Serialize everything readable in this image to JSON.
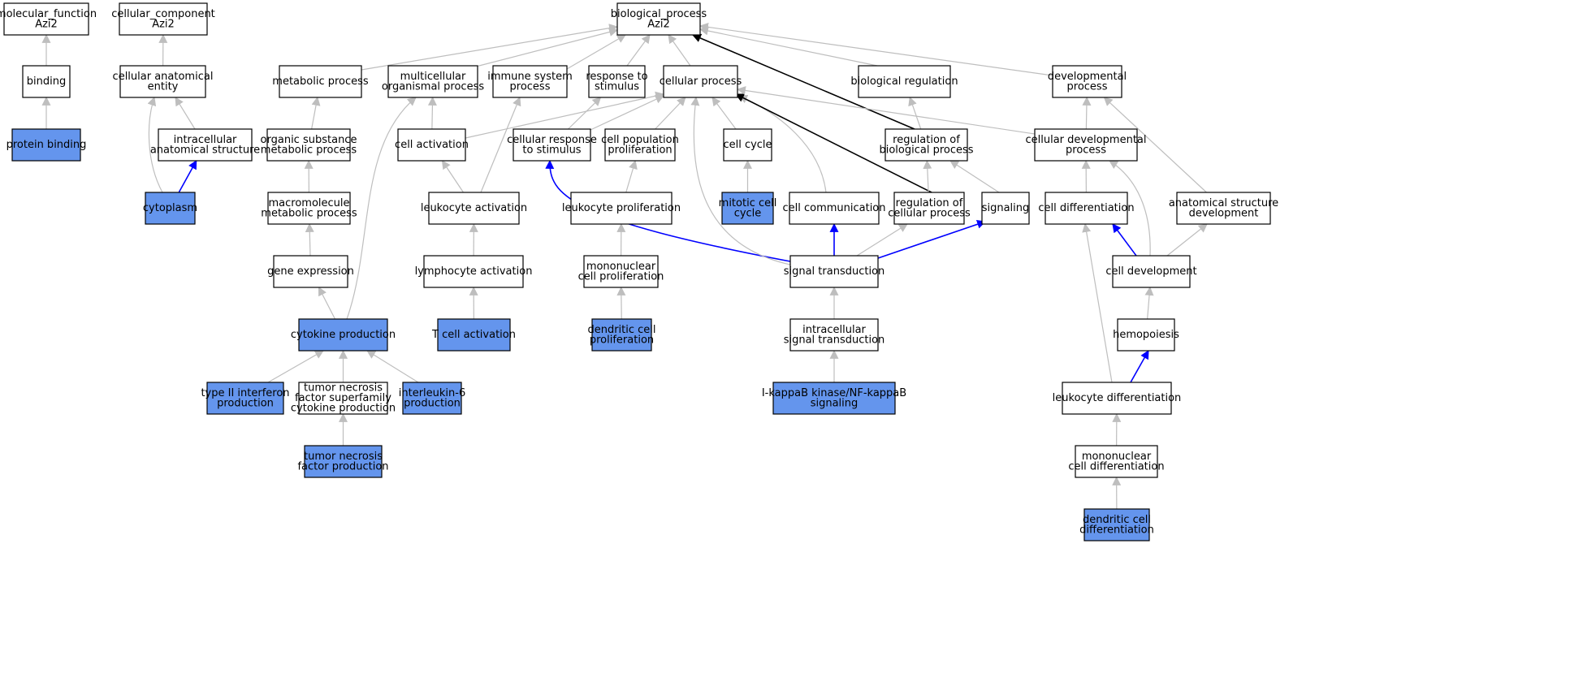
{
  "colors": {
    "highlight_fill": "#6495ED",
    "node_fill": "#FFFFFF",
    "node_stroke": "#000000",
    "edge_gray": "#BEBEBE",
    "edge_blue": "#0000FF",
    "edge_black": "#000000"
  },
  "nodes": [
    {
      "id": "molecular_function",
      "lines": [
        "molecular_function",
        "Azi2"
      ],
      "highlight": false
    },
    {
      "id": "cellular_component",
      "lines": [
        "cellular_component",
        "Azi2"
      ],
      "highlight": false
    },
    {
      "id": "biological_process",
      "lines": [
        "biological_process",
        "Azi2"
      ],
      "highlight": false
    },
    {
      "id": "binding",
      "lines": [
        "binding"
      ],
      "highlight": false
    },
    {
      "id": "protein_binding",
      "lines": [
        "protein binding"
      ],
      "highlight": true
    },
    {
      "id": "cellular_anatomical_entity",
      "lines": [
        "cellular anatomical",
        "entity"
      ],
      "highlight": false
    },
    {
      "id": "intracellular_anatomical_structure",
      "lines": [
        "intracellular",
        "anatomical structure"
      ],
      "highlight": false
    },
    {
      "id": "cytoplasm",
      "lines": [
        "cytoplasm"
      ],
      "highlight": true
    },
    {
      "id": "metabolic_process",
      "lines": [
        "metabolic process"
      ],
      "highlight": false
    },
    {
      "id": "multicellular_organismal_process",
      "lines": [
        "multicellular",
        "organismal process"
      ],
      "highlight": false
    },
    {
      "id": "immune_system_process",
      "lines": [
        "immune system",
        "process"
      ],
      "highlight": false
    },
    {
      "id": "response_to_stimulus",
      "lines": [
        "response to",
        "stimulus"
      ],
      "highlight": false
    },
    {
      "id": "cellular_process",
      "lines": [
        "cellular process"
      ],
      "highlight": false
    },
    {
      "id": "biological_regulation",
      "lines": [
        "biological regulation"
      ],
      "highlight": false
    },
    {
      "id": "developmental_process",
      "lines": [
        "developmental",
        "process"
      ],
      "highlight": false
    },
    {
      "id": "organic_substance_metabolic_process",
      "lines": [
        "organic substance",
        "metabolic process"
      ],
      "highlight": false
    },
    {
      "id": "cell_activation",
      "lines": [
        "cell activation"
      ],
      "highlight": false
    },
    {
      "id": "cellular_response_to_stimulus",
      "lines": [
        "cellular response",
        "to stimulus"
      ],
      "highlight": false
    },
    {
      "id": "cell_population_proliferation",
      "lines": [
        "cell population",
        "proliferation"
      ],
      "highlight": false
    },
    {
      "id": "cell_cycle",
      "lines": [
        "cell cycle"
      ],
      "highlight": false
    },
    {
      "id": "regulation_of_biological_process",
      "lines": [
        "regulation of",
        "biological process"
      ],
      "highlight": false
    },
    {
      "id": "cellular_developmental_process",
      "lines": [
        "cellular developmental",
        "process"
      ],
      "highlight": false
    },
    {
      "id": "macromolecule_metabolic_process",
      "lines": [
        "macromolecule",
        "metabolic process"
      ],
      "highlight": false
    },
    {
      "id": "leukocyte_activation",
      "lines": [
        "leukocyte activation"
      ],
      "highlight": false
    },
    {
      "id": "leukocyte_proliferation",
      "lines": [
        "leukocyte proliferation"
      ],
      "highlight": false
    },
    {
      "id": "mitotic_cell_cycle",
      "lines": [
        "mitotic cell",
        "cycle"
      ],
      "highlight": true
    },
    {
      "id": "cell_communication",
      "lines": [
        "cell communication"
      ],
      "highlight": false
    },
    {
      "id": "regulation_of_cellular_process",
      "lines": [
        "regulation of",
        "cellular process"
      ],
      "highlight": false
    },
    {
      "id": "signaling",
      "lines": [
        "signaling"
      ],
      "highlight": false
    },
    {
      "id": "cell_differentiation",
      "lines": [
        "cell differentiation"
      ],
      "highlight": false
    },
    {
      "id": "anatomical_structure_development",
      "lines": [
        "anatomical structure",
        "development"
      ],
      "highlight": false
    },
    {
      "id": "gene_expression",
      "lines": [
        "gene expression"
      ],
      "highlight": false
    },
    {
      "id": "lymphocyte_activation",
      "lines": [
        "lymphocyte activation"
      ],
      "highlight": false
    },
    {
      "id": "mononuclear_cell_proliferation",
      "lines": [
        "mononuclear",
        "cell proliferation"
      ],
      "highlight": false
    },
    {
      "id": "signal_transduction",
      "lines": [
        "signal transduction"
      ],
      "highlight": false
    },
    {
      "id": "cell_development",
      "lines": [
        "cell development"
      ],
      "highlight": false
    },
    {
      "id": "cytokine_production",
      "lines": [
        "cytokine production"
      ],
      "highlight": true
    },
    {
      "id": "t_cell_activation",
      "lines": [
        "T cell activation"
      ],
      "highlight": true
    },
    {
      "id": "dendritic_cell_proliferation",
      "lines": [
        "dendritic cell",
        "proliferation"
      ],
      "highlight": true
    },
    {
      "id": "intracellular_signal_transduction",
      "lines": [
        "intracellular",
        "signal transduction"
      ],
      "highlight": false
    },
    {
      "id": "hemopoiesis",
      "lines": [
        "hemopoiesis"
      ],
      "highlight": false
    },
    {
      "id": "type_ii_interferon_production",
      "lines": [
        "type II interferon",
        "production"
      ],
      "highlight": true
    },
    {
      "id": "tnf_superfamily_cytokine_production",
      "lines": [
        "tumor necrosis",
        "factor superfamily",
        "cytokine production"
      ],
      "highlight": false
    },
    {
      "id": "interleukin_6_production",
      "lines": [
        "interleukin-6",
        "production"
      ],
      "highlight": true
    },
    {
      "id": "ikappab_signaling",
      "lines": [
        "I-kappaB kinase/NF-kappaB",
        "signaling"
      ],
      "highlight": true
    },
    {
      "id": "leukocyte_differentiation",
      "lines": [
        "leukocyte differentiation"
      ],
      "highlight": false
    },
    {
      "id": "tumor_necrosis_factor_production",
      "lines": [
        "tumor necrosis",
        "factor production"
      ],
      "highlight": true
    },
    {
      "id": "mononuclear_cell_differentiation",
      "lines": [
        "mononuclear",
        "cell differentiation"
      ],
      "highlight": false
    },
    {
      "id": "dendritic_cell_differentiation",
      "lines": [
        "dendritic cell",
        "differentiation"
      ],
      "highlight": true
    }
  ],
  "edges": [
    {
      "from": "binding",
      "to": "molecular_function",
      "type": "gray"
    },
    {
      "from": "protein_binding",
      "to": "binding",
      "type": "gray"
    },
    {
      "from": "cellular_anatomical_entity",
      "to": "cellular_component",
      "type": "gray"
    },
    {
      "from": "intracellular_anatomical_structure",
      "to": "cellular_anatomical_entity",
      "type": "gray"
    },
    {
      "from": "cytoplasm",
      "to": "cellular_anatomical_entity",
      "type": "gray"
    },
    {
      "from": "cytoplasm",
      "to": "intracellular_anatomical_structure",
      "type": "blue"
    },
    {
      "from": "metabolic_process",
      "to": "biological_process",
      "type": "gray"
    },
    {
      "from": "multicellular_organismal_process",
      "to": "biological_process",
      "type": "gray"
    },
    {
      "from": "immune_system_process",
      "to": "biological_process",
      "type": "gray"
    },
    {
      "from": "response_to_stimulus",
      "to": "biological_process",
      "type": "gray"
    },
    {
      "from": "cellular_process",
      "to": "biological_process",
      "type": "gray"
    },
    {
      "from": "biological_regulation",
      "to": "biological_process",
      "type": "gray"
    },
    {
      "from": "developmental_process",
      "to": "biological_process",
      "type": "gray"
    },
    {
      "from": "regulation_of_biological_process",
      "to": "biological_process",
      "type": "black"
    },
    {
      "from": "organic_substance_metabolic_process",
      "to": "metabolic_process",
      "type": "gray"
    },
    {
      "from": "macromolecule_metabolic_process",
      "to": "organic_substance_metabolic_process",
      "type": "gray"
    },
    {
      "from": "gene_expression",
      "to": "macromolecule_metabolic_process",
      "type": "gray"
    },
    {
      "from": "cytokine_production",
      "to": "gene_expression",
      "type": "gray"
    },
    {
      "from": "cytokine_production",
      "to": "multicellular_organismal_process",
      "type": "gray"
    },
    {
      "from": "cell_activation",
      "to": "multicellular_organismal_process",
      "type": "gray"
    },
    {
      "from": "cell_activation",
      "to": "cellular_process",
      "type": "gray"
    },
    {
      "from": "leukocyte_activation",
      "to": "cell_activation",
      "type": "gray"
    },
    {
      "from": "leukocyte_activation",
      "to": "immune_system_process",
      "type": "gray"
    },
    {
      "from": "lymphocyte_activation",
      "to": "leukocyte_activation",
      "type": "gray"
    },
    {
      "from": "t_cell_activation",
      "to": "lymphocyte_activation",
      "type": "gray"
    },
    {
      "from": "cellular_response_to_stimulus",
      "to": "response_to_stimulus",
      "type": "gray"
    },
    {
      "from": "cellular_response_to_stimulus",
      "to": "cellular_process",
      "type": "gray"
    },
    {
      "from": "signal_transduction",
      "to": "cellular_response_to_stimulus",
      "type": "blue"
    },
    {
      "from": "cell_population_proliferation",
      "to": "cellular_process",
      "type": "gray"
    },
    {
      "from": "leukocyte_proliferation",
      "to": "cell_population_proliferation",
      "type": "gray"
    },
    {
      "from": "mononuclear_cell_proliferation",
      "to": "leukocyte_proliferation",
      "type": "gray"
    },
    {
      "from": "dendritic_cell_proliferation",
      "to": "mononuclear_cell_proliferation",
      "type": "gray"
    },
    {
      "from": "cell_cycle",
      "to": "cellular_process",
      "type": "gray"
    },
    {
      "from": "mitotic_cell_cycle",
      "to": "cell_cycle",
      "type": "gray"
    },
    {
      "from": "cell_communication",
      "to": "cellular_process",
      "type": "gray"
    },
    {
      "from": "signal_transduction",
      "to": "cellular_process",
      "type": "gray"
    },
    {
      "from": "signal_transduction",
      "to": "cell_communication",
      "type": "blue"
    },
    {
      "from": "signal_transduction",
      "to": "regulation_of_cellular_process",
      "type": "gray"
    },
    {
      "from": "signal_transduction",
      "to": "signaling",
      "type": "blue"
    },
    {
      "from": "regulation_of_cellular_process",
      "to": "cellular_process",
      "type": "black"
    },
    {
      "from": "regulation_of_cellular_process",
      "to": "regulation_of_biological_process",
      "type": "gray"
    },
    {
      "from": "regulation_of_biological_process",
      "to": "biological_regulation",
      "type": "gray"
    },
    {
      "from": "signaling",
      "to": "regulation_of_biological_process",
      "type": "gray"
    },
    {
      "from": "cellular_developmental_process",
      "to": "cellular_process",
      "type": "gray"
    },
    {
      "from": "cellular_developmental_process",
      "to": "developmental_process",
      "type": "gray"
    },
    {
      "from": "anatomical_structure_development",
      "to": "developmental_process",
      "type": "gray"
    },
    {
      "from": "cell_differentiation",
      "to": "cellular_developmental_process",
      "type": "gray"
    },
    {
      "from": "cell_development",
      "to": "cellular_developmental_process",
      "type": "gray"
    },
    {
      "from": "cell_development",
      "to": "cell_differentiation",
      "type": "blue"
    },
    {
      "from": "cell_development",
      "to": "anatomical_structure_development",
      "type": "gray"
    },
    {
      "from": "hemopoiesis",
      "to": "cell_development",
      "type": "gray"
    },
    {
      "from": "leukocyte_differentiation",
      "to": "hemopoiesis",
      "type": "blue"
    },
    {
      "from": "leukocyte_differentiation",
      "to": "cell_differentiation",
      "type": "gray"
    },
    {
      "from": "mononuclear_cell_differentiation",
      "to": "leukocyte_differentiation",
      "type": "gray"
    },
    {
      "from": "dendritic_cell_differentiation",
      "to": "mononuclear_cell_differentiation",
      "type": "gray"
    },
    {
      "from": "intracellular_signal_transduction",
      "to": "signal_transduction",
      "type": "gray"
    },
    {
      "from": "ikappab_signaling",
      "to": "intracellular_signal_transduction",
      "type": "gray"
    },
    {
      "from": "type_ii_interferon_production",
      "to": "cytokine_production",
      "type": "gray"
    },
    {
      "from": "tnf_superfamily_cytokine_production",
      "to": "cytokine_production",
      "type": "gray"
    },
    {
      "from": "interleukin_6_production",
      "to": "cytokine_production",
      "type": "gray"
    },
    {
      "from": "tumor_necrosis_factor_production",
      "to": "tnf_superfamily_cytokine_production",
      "type": "gray"
    }
  ]
}
